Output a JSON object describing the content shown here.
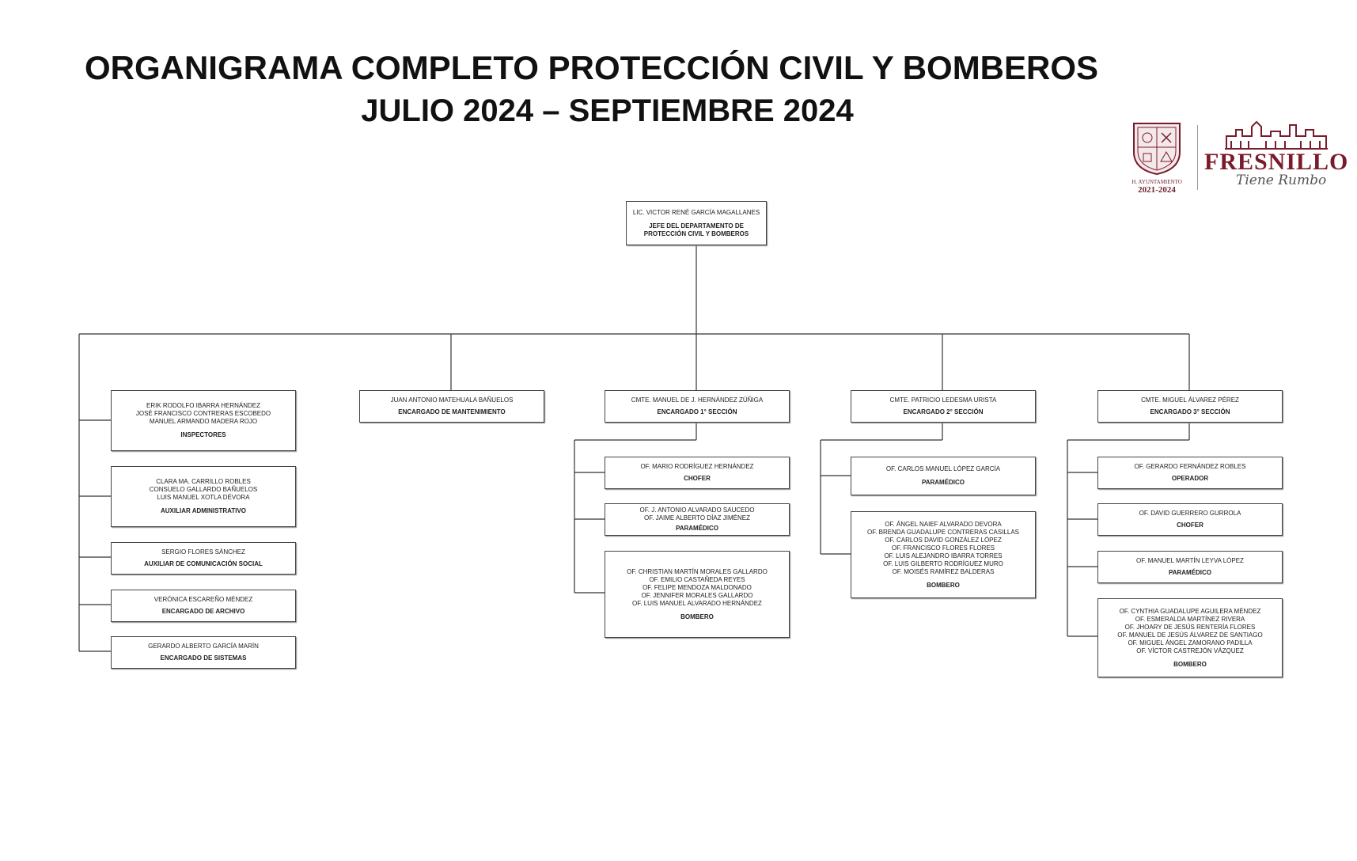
{
  "header": {
    "title_line1": "ORGANIGRAMA COMPLETO PROTECCIÓN CIVIL Y BOMBEROS",
    "title_line2": "JULIO 2024 – SEPTIEMBRE 2024"
  },
  "logo": {
    "seal_label": "H. AYUNTAMIENTO",
    "seal_years": "2021-2024",
    "city": "FRESNILLO",
    "slogan": "Tiene Rumbo",
    "brand_color": "#7a1b2b"
  },
  "chart": {
    "head": {
      "names": "LIC. VICTOR RENÉ GARCÍA MAGALLANES",
      "role": "JEFE DEL DEPARTAMENTO DE\nPROTECCIÓN CIVIL Y BOMBEROS"
    },
    "staff": [
      {
        "names": "ERIK RODOLFO IBARRA HERNÁNDEZ\nJOSÉ FRANCISCO CONTRERAS ESCOBEDO\nMANUEL ARMANDO MADERA ROJO",
        "role": "INSPECTORES"
      },
      {
        "names": "CLARA MA. CARRILLO ROBLES\nCONSUELO GALLARDO BAÑUELOS\nLUIS MANUEL XOTLA DÉVORA",
        "role": "AUXILIAR ADMINISTRATIVO"
      },
      {
        "names": "SERGIO FLORES SÁNCHEZ",
        "role": "AUXILIAR DE COMUNICACIÓN SOCIAL"
      },
      {
        "names": "VERÓNICA ESCAREÑO MÉNDEZ",
        "role": "ENCARGADO DE ARCHIVO"
      },
      {
        "names": "GERARDO ALBERTO GARCÍA MARÍN",
        "role": "ENCARGADO DE SISTEMAS"
      }
    ],
    "maintenance": {
      "names": "JUAN ANTONIO MATEHUALA BAÑUELOS",
      "role": "ENCARGADO DE MANTENIMIENTO"
    },
    "section1": {
      "lead": {
        "names": "CMTE. MANUEL DE J. HERNÁNDEZ ZÚÑIGA",
        "role": "ENCARGADO 1° SECCIÓN"
      },
      "members": [
        {
          "names": "OF. MARIO RODRÍGUEZ HERNÁNDEZ",
          "role": "CHOFER"
        },
        {
          "names": "OF. J. ANTONIO ALVARADO SAUCEDO\nOF. JAIME ALBERTO DÍAZ JIMÉNEZ",
          "role": "PARAMÉDICO"
        },
        {
          "names": "OF. CHRISTIAN MARTÍN MORALES GALLARDO\nOF. EMILIO CASTAÑEDA REYES\nOF. FELIPE MENDOZA MALDONADO\nOF. JENNIFER MORALES GALLARDO\nOF. LUIS MANUEL ALVARADO HERNÁNDEZ",
          "role": "BOMBERO"
        }
      ]
    },
    "section2": {
      "lead": {
        "names": "CMTE. PATRICIO LEDESMA URISTA",
        "role": "ENCARGADO 2° SECCIÓN"
      },
      "members": [
        {
          "names": "OF. CARLOS MANUEL LÓPEZ GARCÍA",
          "role": "PARAMÉDICO"
        },
        {
          "names": "OF. ÁNGEL NAIEF ALVARADO DEVORA\nOF. BRENDA GUADALUPE CONTRERAS CASILLAS\nOF. CARLOS DAVID GONZÁLEZ LÓPEZ\nOF. FRANCISCO FLORES FLORES\nOF. LUIS ALEJANDRO IBARRA TORRES\nOF. LUIS GILBERTO RODRÍGUEZ MURO\nOF. MOISÉS RAMÍREZ BALDERAS",
          "role": "BOMBERO"
        }
      ]
    },
    "section3": {
      "lead": {
        "names": "CMTE. MIGUEL ÁLVAREZ PÉREZ",
        "role": "ENCARGADO 3° SECCIÓN"
      },
      "members": [
        {
          "names": "OF. GERARDO FERNÁNDEZ ROBLES",
          "role": "OPERADOR"
        },
        {
          "names": "OF. DAVID GUERRERO GURROLA",
          "role": "CHOFER"
        },
        {
          "names": "OF. MANUEL MARTÍN LEYVA LÓPEZ",
          "role": "PARAMÉDICO"
        },
        {
          "names": "OF. CYNTHIA GUADALUPE AGUILERA MÉNDEZ\nOF. ESMERALDA MARTÍNEZ RIVERA\nOF. JHOARY DE JESÚS RENTERÍA FLORES\nOF. MANUEL DE JESÚS ÁLVAREZ DE SANTIAGO\nOF. MIGUEL ÁNGEL ZAMORANO PADILLA\nOF. VÍCTOR CASTREJÓN VÁZQUEZ",
          "role": "BOMBERO"
        }
      ]
    }
  }
}
